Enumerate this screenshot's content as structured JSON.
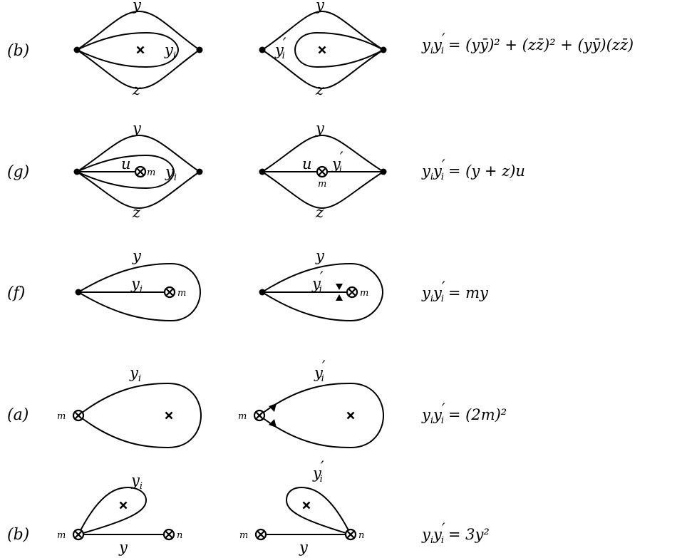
{
  "rows": [
    {
      "tag": "(b)",
      "left": {
        "top": "y",
        "inner": "y",
        "inner_sub": "i",
        "bottom": "z"
      },
      "right": {
        "top": "y",
        "inner": "y",
        "inner_sub": "i",
        "inner_prime": "′",
        "bottom": "z"
      },
      "eq": {
        "lhs_y": "y",
        "lhs_sub1": "i",
        "lhs_y2": "y",
        "lhs_prime": "′",
        "lhs_sub2": "i",
        "rhs": "= (yȳ)² + (zz̄)² + (yȳ)(zz̄)"
      }
    },
    {
      "tag": "(g)",
      "left": {
        "top": "y",
        "u": "u",
        "m": "m",
        "inner": "y",
        "inner_sub": "i",
        "bottom": "z"
      },
      "right": {
        "top": "y",
        "u": "u",
        "m": "m",
        "inner": "y",
        "inner_sub": "i",
        "inner_prime": "′",
        "bottom": "z"
      },
      "eq": {
        "lhs_y": "y",
        "lhs_sub1": "i",
        "lhs_y2": "y",
        "lhs_prime": "′",
        "lhs_sub2": "i",
        "rhs": "= (y + z)u"
      }
    },
    {
      "tag": "(f)",
      "left": {
        "top": "y",
        "inner": "y",
        "inner_sub": "i",
        "m": "m"
      },
      "right": {
        "top": "y",
        "inner": "y",
        "inner_sub": "i",
        "inner_prime": "′",
        "m": "m"
      },
      "eq": {
        "lhs_y": "y",
        "lhs_sub1": "i",
        "lhs_y2": "y",
        "lhs_prime": "′",
        "lhs_sub2": "i",
        "rhs": "= my"
      }
    },
    {
      "tag": "(a)",
      "left": {
        "top": "y",
        "top_sub": "i",
        "m": "m"
      },
      "right": {
        "top": "y",
        "top_sub": "i",
        "top_prime": "′",
        "m": "m"
      },
      "eq": {
        "lhs_y": "y",
        "lhs_sub1": "i",
        "lhs_y2": "y",
        "lhs_prime": "′",
        "lhs_sub2": "i",
        "rhs": "= (2m)²"
      }
    },
    {
      "tag": "(b)",
      "left": {
        "loop": "y",
        "loop_sub": "i",
        "m": "m",
        "n": "n",
        "bottom": "y"
      },
      "right": {
        "loop": "y",
        "loop_sub": "i",
        "loop_prime": "′",
        "m": "m",
        "n": "n",
        "bottom": "y"
      },
      "eq": {
        "lhs_y": "y",
        "lhs_sub1": "i",
        "lhs_y2": "y",
        "lhs_prime": "′",
        "lhs_sub2": "i",
        "rhs": "= 3y²"
      }
    }
  ]
}
